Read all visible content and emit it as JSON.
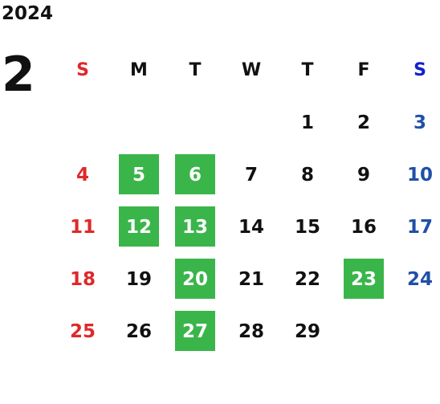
{
  "year": "2024",
  "month": "2",
  "weekdays": [
    "S",
    "M",
    "T",
    "W",
    "T",
    "F",
    "S"
  ],
  "weeks": [
    [
      "",
      "",
      "",
      "",
      "1",
      "2",
      "3"
    ],
    [
      "4",
      "5",
      "6",
      "7",
      "8",
      "9",
      "10"
    ],
    [
      "11",
      "12",
      "13",
      "14",
      "15",
      "16",
      "17"
    ],
    [
      "18",
      "19",
      "20",
      "21",
      "22",
      "23",
      "24"
    ],
    [
      "25",
      "26",
      "27",
      "28",
      "29",
      "",
      ""
    ]
  ],
  "highlighted_days": [
    "5",
    "6",
    "12",
    "13",
    "20",
    "23",
    "27"
  ],
  "colors": {
    "highlight": "#3ab54a",
    "sunday": "#e0282a",
    "saturday": "#1f4fa8",
    "saturday_header": "#1020d0",
    "text": "#111111"
  }
}
